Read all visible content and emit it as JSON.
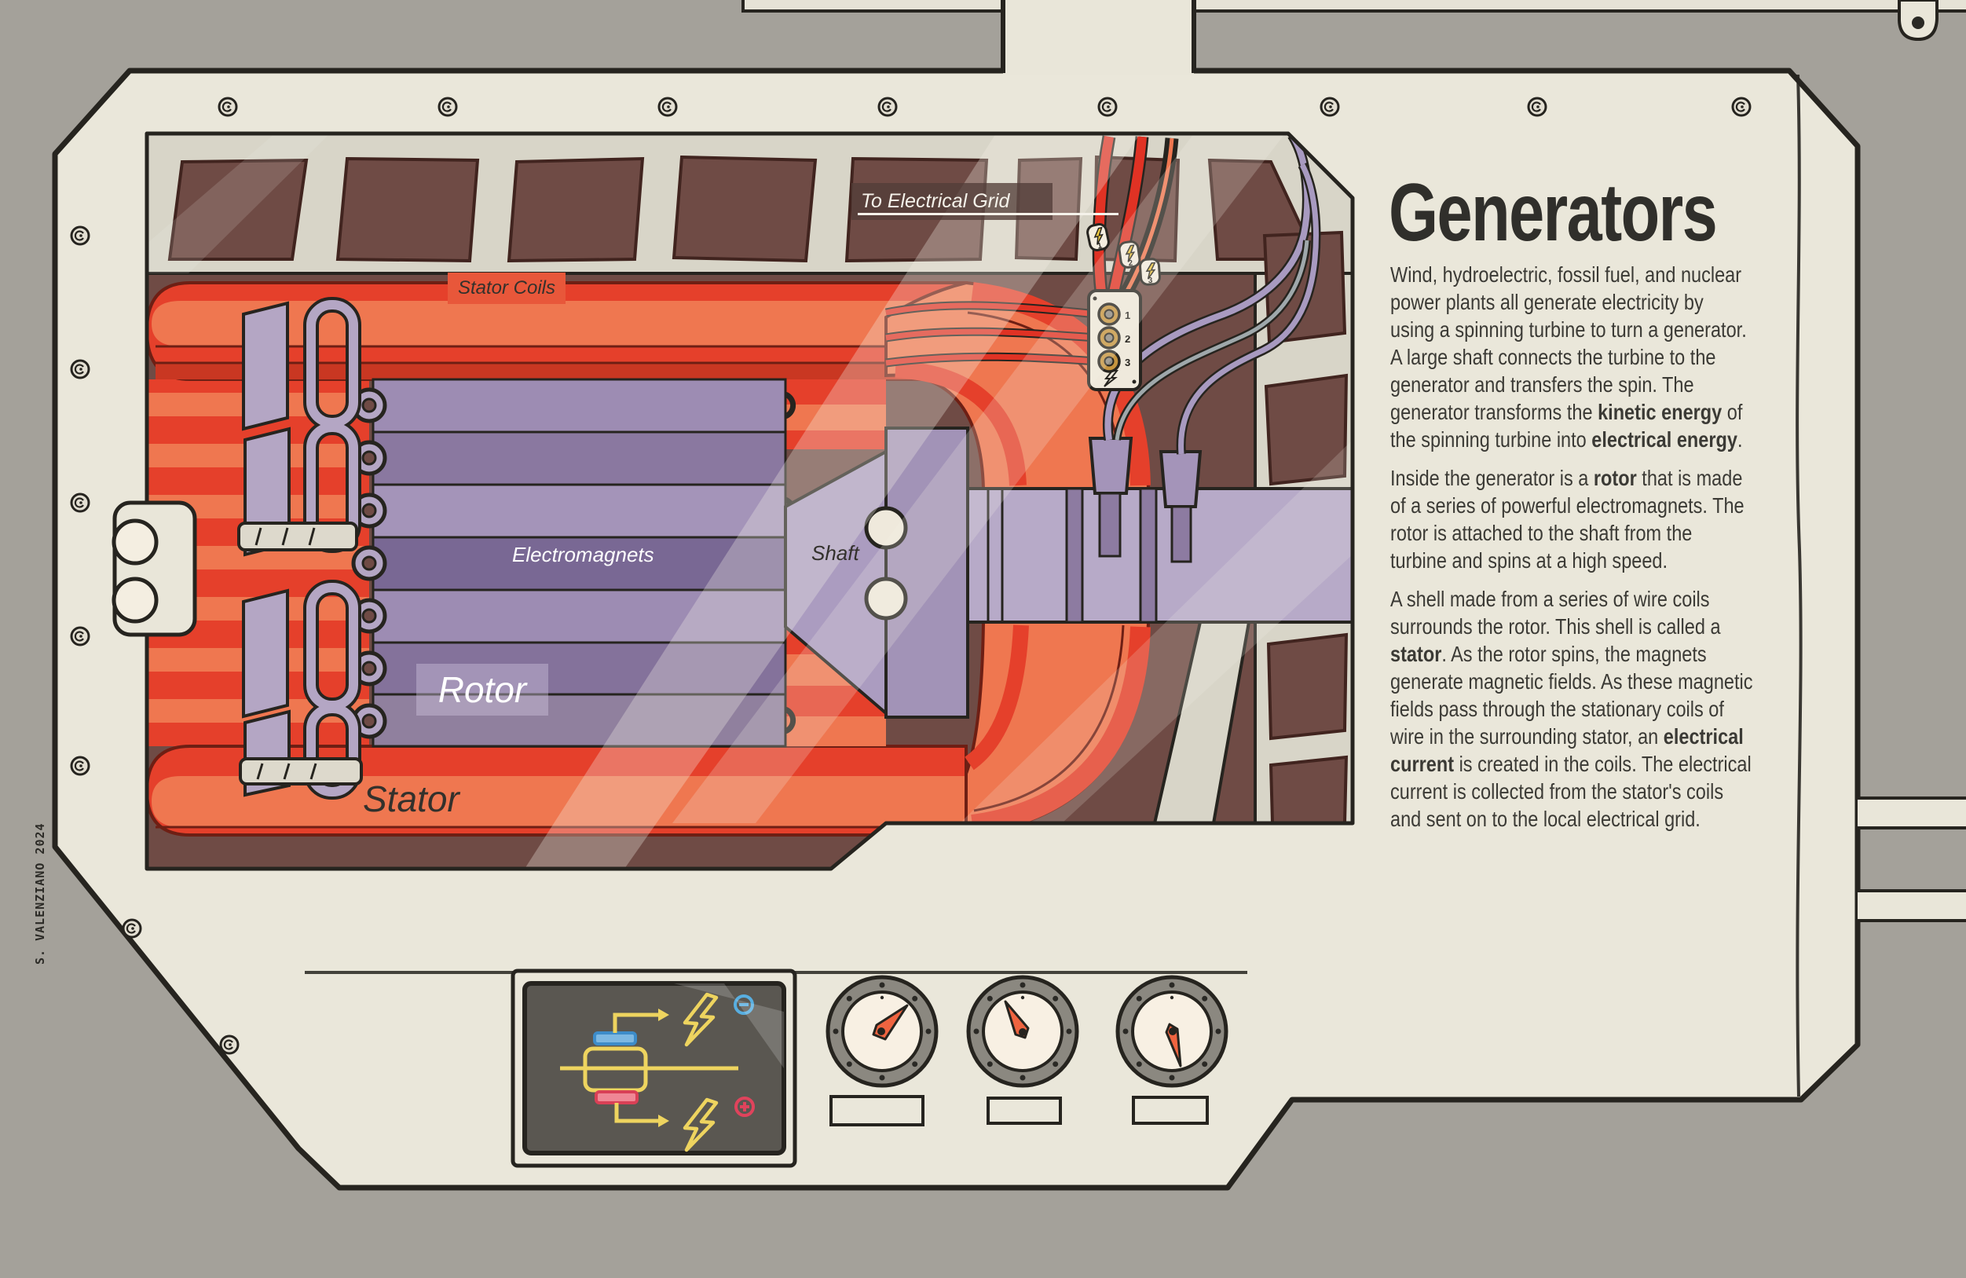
{
  "poster": {
    "title": "Generators",
    "credit": "S. VALENZIANO 2024",
    "paragraphs": [
      [
        {
          "text": "Wind, hydroelectric, fossil fuel, and nuclear\npower plants all generate electricity by\nusing a spinning turbine to turn a generator.\nA large shaft connects the turbine to the\ngenerator and transfers the spin. The\ngenerator transforms the ",
          "bold": false
        },
        {
          "text": "kinetic energy",
          "bold": true
        },
        {
          "text": " of\nthe spinning turbine into ",
          "bold": false
        },
        {
          "text": "electrical energy",
          "bold": true
        },
        {
          "text": ".",
          "bold": false
        }
      ],
      [
        {
          "text": "Inside the generator is a ",
          "bold": false
        },
        {
          "text": "rotor",
          "bold": true
        },
        {
          "text": " that is made\nof a series of powerful electromagnets. The\nrotor is attached to the shaft from the\nturbine and spins at a high speed.",
          "bold": false
        }
      ],
      [
        {
          "text": "A shell made from a series of wire coils\nsurrounds the rotor. This shell is called a\n",
          "bold": false
        },
        {
          "text": "stator",
          "bold": true
        },
        {
          "text": ". As the rotor spins, the magnets\ngenerate magnetic fields. As these magnetic\nfields pass through the stationary coils of\nwire in the surrounding stator, an ",
          "bold": false
        },
        {
          "text": "electrical\ncurrent",
          "bold": true
        },
        {
          "text": " is created in the coils.  The electrical\ncurrent is collected from the stator's coils\nand sent on to the local electrical grid.",
          "bold": false
        }
      ]
    ]
  },
  "labels": {
    "to_electrical_grid": "To Electrical Grid",
    "stator_coils": "Stator Coils",
    "electromagnets": "Electromagnets",
    "shaft": "Shaft",
    "rotor": "Rotor",
    "stator": "Stator"
  },
  "terminal": {
    "numbers": [
      "1",
      "2",
      "3"
    ]
  },
  "icons": {
    "negative": "minus-circle-icon",
    "positive": "plus-circle-icon",
    "bolt": "lightning-bolt-icon"
  },
  "colors": {
    "background": "#a4a19a",
    "housing": "#eae7da",
    "ink": "#26241f",
    "chamber_brown": "#6f4b45",
    "stator_red": "#e5402b",
    "stator_orange": "#ef7750",
    "rotor_purple": "#9d8cb3",
    "shaft_purple": "#b7aac8",
    "schematic_yellow": "#eed45f",
    "negative_blue": "#58aee0",
    "positive_pink": "#e0435c",
    "needle_orange": "#ef6440",
    "label_box_orange": "#e8573a"
  }
}
